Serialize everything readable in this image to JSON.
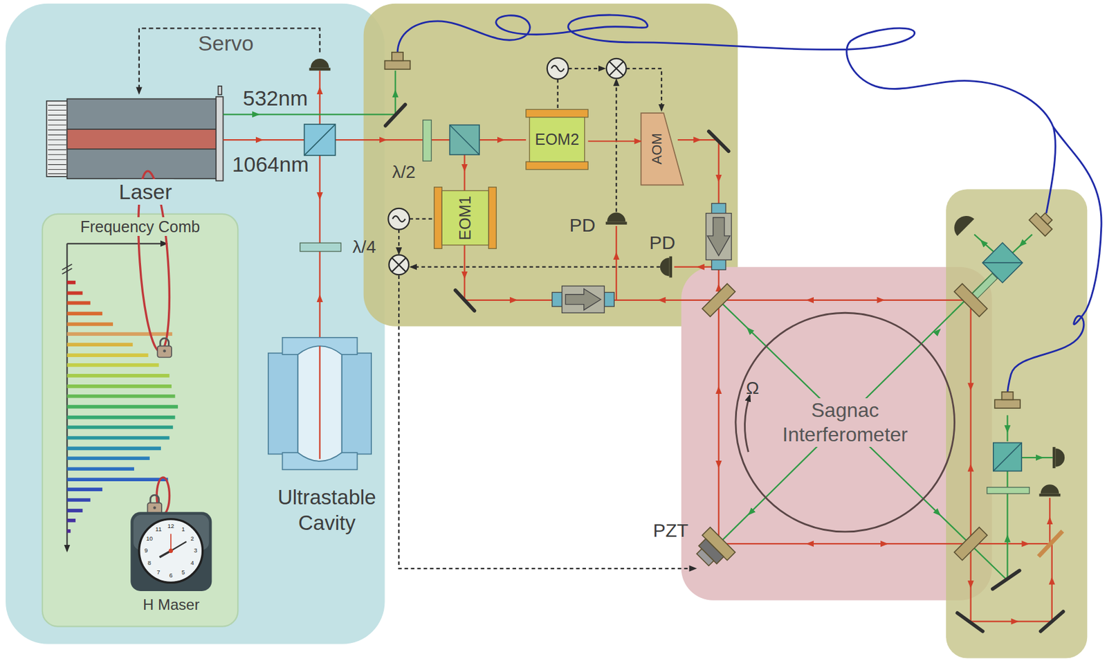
{
  "diagram": {
    "nodes": [
      {
        "text": [
          "Laser"
        ]
      },
      {
        "text": [
          "Frequency Comb"
        ]
      },
      {
        "text": [
          "H Maser"
        ],
        "in": 1
      },
      {
        "text": [
          "Ultrastable Cavity"
        ]
      },
      {
        "text": [
          "EOM2"
        ]
      },
      {
        "text": [
          "AOM"
        ]
      },
      {
        "text": [
          "EOM1"
        ]
      },
      {
        "text": [
          "Sagnac Interferometer"
        ]
      }
    ],
    "edges": [
      {
        "from": 4,
        "to": 5,
        "arrow": "to"
      }
    ],
    "labels": [
      "Servo",
      "532nm",
      "1064nm",
      "λ/2",
      "λ/4",
      "PD",
      "PD",
      "Ω",
      "PZT",
      "12",
      "1",
      "2",
      "3",
      "4",
      "5",
      "6",
      "7",
      "8",
      "9",
      "10",
      "11"
    ]
  }
}
